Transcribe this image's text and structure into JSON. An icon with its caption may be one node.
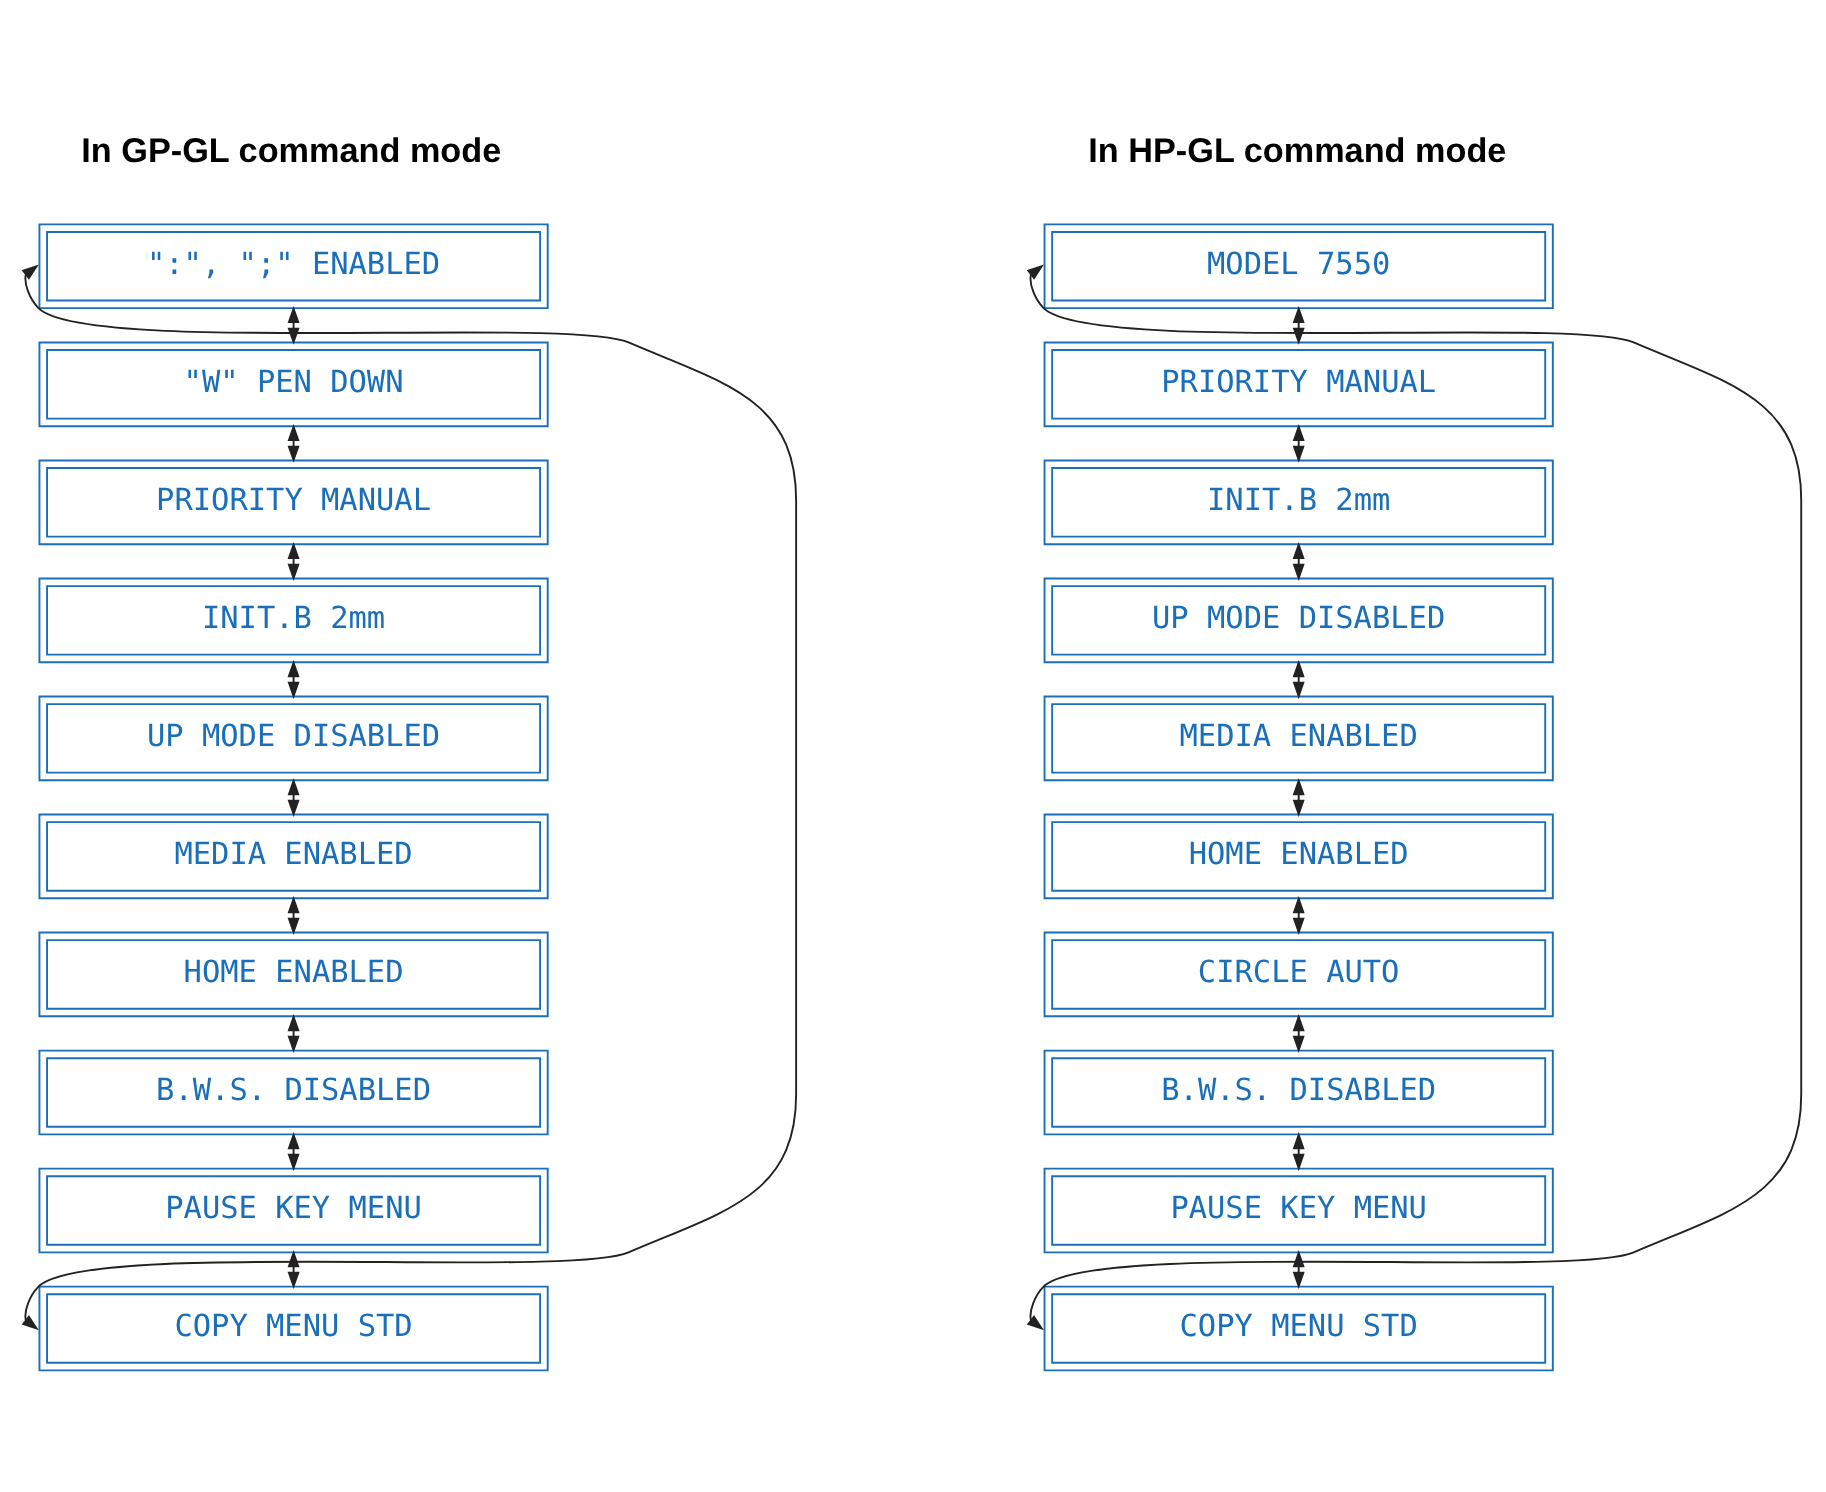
{
  "diagram": {
    "nodes": [
      {
        "text": [
          "\":\", \";\" ENABLED"
        ]
      },
      {
        "text": [
          "\"W\" PEN DOWN"
        ]
      },
      {
        "text": [
          "PRIORITY MANUAL"
        ]
      },
      {
        "text": [
          "INIT.B 2mm"
        ]
      },
      {
        "text": [
          "UP MODE DISABLED"
        ]
      },
      {
        "text": [
          "MEDIA ENABLED"
        ]
      },
      {
        "text": [
          "HOME ENABLED"
        ]
      },
      {
        "text": [
          "B.W.S. DISABLED"
        ]
      },
      {
        "text": [
          "PAUSE KEY MENU"
        ]
      },
      {
        "text": [
          "COPY MENU STD"
        ]
      },
      {
        "text": [
          "MODEL 7550"
        ]
      },
      {
        "text": [
          "PRIORITY MANUAL"
        ]
      },
      {
        "text": [
          "INIT.B 2mm"
        ]
      },
      {
        "text": [
          "UP MODE DISABLED"
        ]
      },
      {
        "text": [
          "MEDIA ENABLED"
        ]
      },
      {
        "text": [
          "HOME ENABLED"
        ]
      },
      {
        "text": [
          "CIRCLE AUTO"
        ]
      },
      {
        "text": [
          "B.W.S. DISABLED"
        ]
      },
      {
        "text": [
          "PAUSE KEY MENU"
        ]
      },
      {
        "text": [
          "COPY MENU STD"
        ]
      }
    ],
    "edges": [
      {
        "from": 0,
        "to": 1,
        "arrow": "both"
      },
      {
        "from": 1,
        "to": 2,
        "arrow": "both"
      },
      {
        "from": 2,
        "to": 3,
        "arrow": "both"
      },
      {
        "from": 3,
        "to": 4,
        "arrow": "both"
      },
      {
        "from": 4,
        "to": 5,
        "arrow": "both"
      },
      {
        "from": 5,
        "to": 6,
        "arrow": "both"
      },
      {
        "from": 6,
        "to": 7,
        "arrow": "both"
      },
      {
        "from": 7,
        "to": 8,
        "arrow": "both"
      },
      {
        "from": 8,
        "to": 9,
        "arrow": "both"
      },
      {
        "from": 9,
        "to": 0,
        "arrow": "both"
      },
      {
        "from": 10,
        "to": 11,
        "arrow": "both"
      },
      {
        "from": 11,
        "to": 12,
        "arrow": "both"
      },
      {
        "from": 12,
        "to": 13,
        "arrow": "both"
      },
      {
        "from": 13,
        "to": 14,
        "arrow": "both"
      },
      {
        "from": 14,
        "to": 15,
        "arrow": "both"
      },
      {
        "from": 15,
        "to": 16,
        "arrow": "both"
      },
      {
        "from": 16,
        "to": 17,
        "arrow": "both"
      },
      {
        "from": 17,
        "to": 18,
        "arrow": "both"
      },
      {
        "from": 18,
        "to": 19,
        "arrow": "both"
      },
      {
        "from": 19,
        "to": 10,
        "arrow": "both"
      }
    ],
    "labels": [
      "In GP-GL command mode",
      "In HP-GL command mode"
    ]
  }
}
